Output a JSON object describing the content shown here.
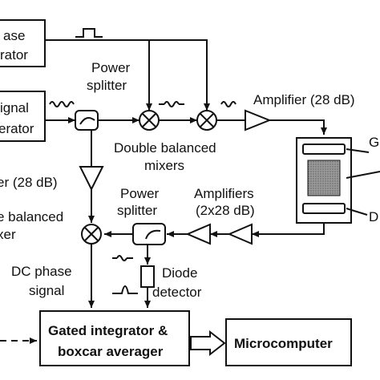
{
  "blocks": {
    "phase_generator": [
      "ase",
      "rator"
    ],
    "signal_generator": [
      "ignal",
      "erator"
    ],
    "amplifier_left": "er (28 dB)",
    "double_balanced_mixer_left": [
      "e balanced",
      "xer"
    ],
    "dc_phase_signal": [
      "DC phase",
      "signal"
    ],
    "gated_integrator": [
      "Gated integrator &",
      "boxcar averager"
    ],
    "microcomputer": "Microcomputer"
  },
  "components": {
    "power_splitter_top": [
      "Power",
      "splitter"
    ],
    "double_balanced_mixers": [
      "Double balanced",
      "mixers"
    ],
    "amplifier_top": "Amplifier (28 dB)",
    "power_splitter_bottom": [
      "Power",
      "splitter"
    ],
    "amplifiers": [
      "Amplifiers",
      "(2x28 dB)"
    ],
    "diode_detector": [
      "Diode",
      "detector"
    ]
  },
  "right_edge": {
    "g_label": "G",
    "d_label": "D"
  },
  "icons": [
    "pulse-icon",
    "sine-burst-icon",
    "mixer-icon",
    "triangle-amplifier-icon",
    "diode-icon",
    "arrow-icon"
  ],
  "colors": {
    "ink": "#111111",
    "background": "#ffffff",
    "sample_fill": "#8a8a8a"
  }
}
